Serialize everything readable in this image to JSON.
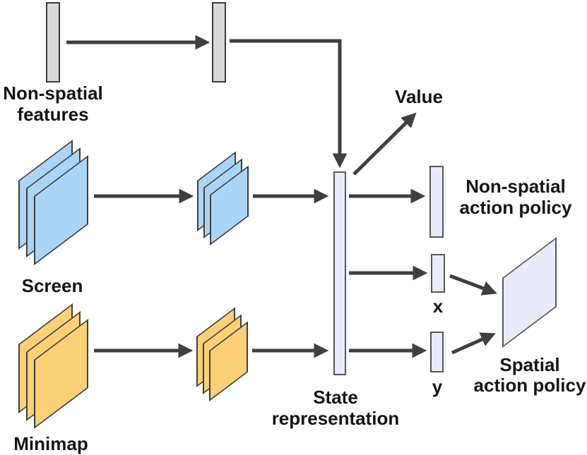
{
  "nodes": {
    "non_spatial_features": {
      "label": "Non-spatial\nfeatures"
    },
    "screen": {
      "label": "Screen"
    },
    "minimap": {
      "label": "Minimap"
    },
    "state_representation": {
      "label": "State\nrepresentation"
    },
    "value": {
      "label": "Value"
    },
    "non_spatial_action_policy": {
      "label": "Non-spatial\naction policy"
    },
    "x_output": {
      "label": "x"
    },
    "y_output": {
      "label": "y"
    },
    "spatial_action_policy": {
      "label": "Spatial\naction policy"
    }
  },
  "colors": {
    "non_spatial_vector_fill": "#d9d9d9",
    "screen_layer_fill": "#aad5f6",
    "minimap_layer_fill": "#fbd077",
    "state_vector_fill": "#e9ebfa",
    "outline": "#3f3f42",
    "arrow": "#3f3f42",
    "text": "#151515",
    "background": "#ffffff"
  }
}
